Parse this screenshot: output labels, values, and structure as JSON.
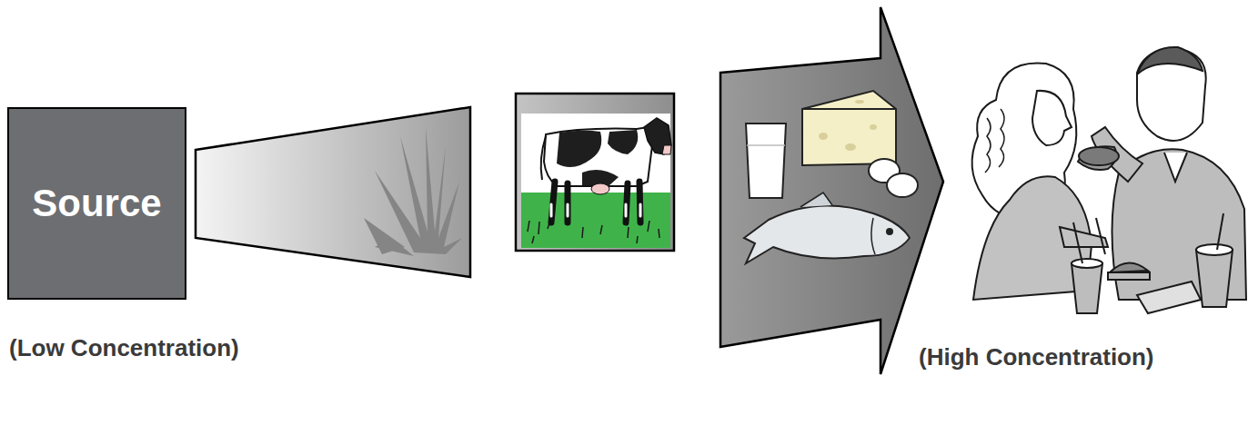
{
  "diagram": {
    "nodes": [
      {
        "text": [
          "Source"
        ]
      }
    ],
    "labels": [
      "(Low Concentration)",
      "(High Concentration)"
    ]
  }
}
